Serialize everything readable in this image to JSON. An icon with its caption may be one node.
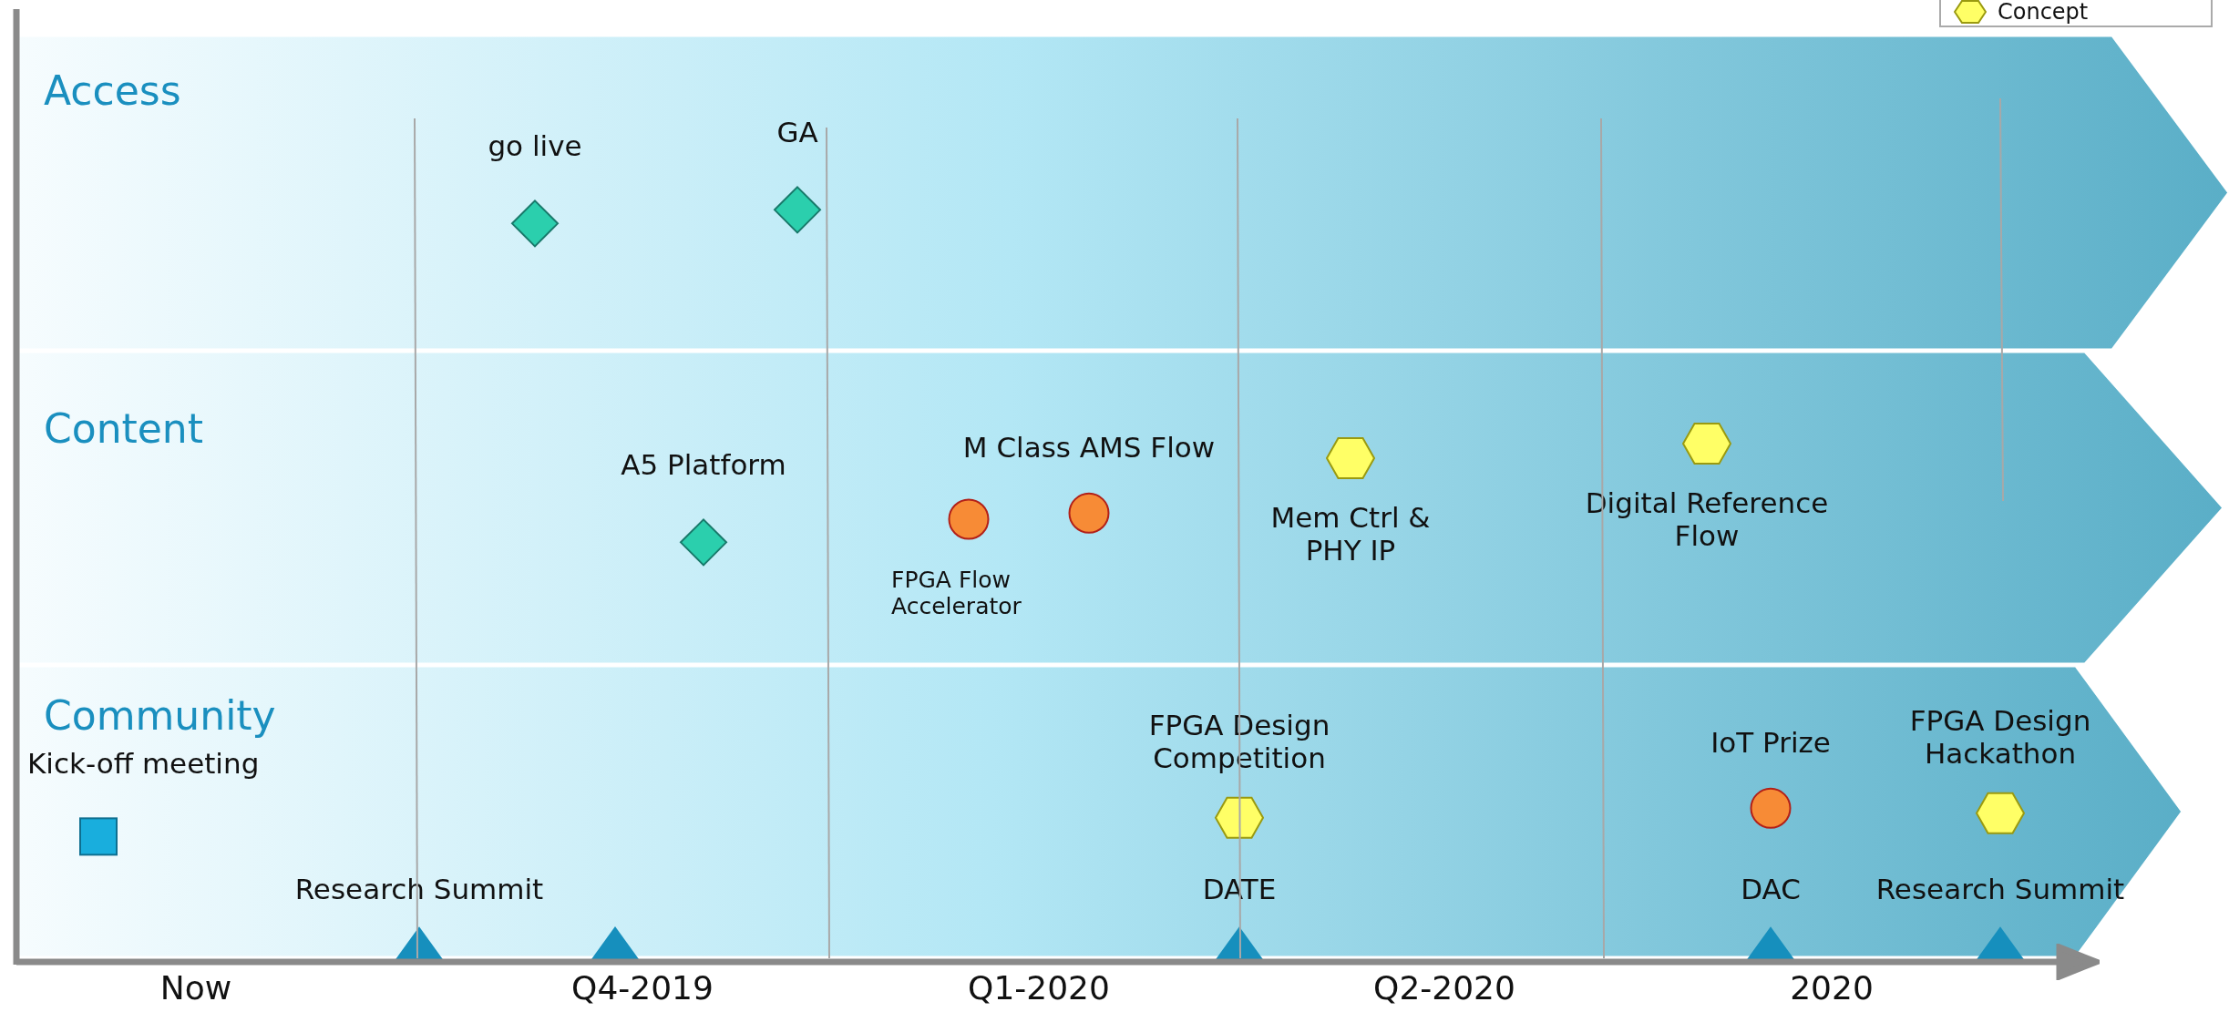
{
  "diagram": {
    "nodes": [
      {
        "text": [
          "Access"
        ]
      },
      {
        "text": [
          "go live"
        ],
        "in": 0
      },
      {
        "text": [
          "GA"
        ],
        "in": 0
      },
      {
        "text": [
          "Content"
        ]
      },
      {
        "text": [
          "A5 Platform"
        ],
        "in": 3
      },
      {
        "text": [
          "FPGA Flow Accelerator"
        ],
        "in": 3
      },
      {
        "text": [
          "M Class AMS Flow"
        ],
        "in": 3
      },
      {
        "text": [
          "Mem Ctrl & PHY IP"
        ],
        "in": 3
      },
      {
        "text": [
          "Digital Reference Flow"
        ],
        "in": 3
      },
      {
        "text": [
          "Community"
        ]
      },
      {
        "text": [
          "Kick-off meeting"
        ],
        "in": 9
      },
      {
        "text": [
          "Research Summit"
        ],
        "in": 9
      },
      {
        "text": [],
        "shape": "triangle",
        "in": 9
      },
      {
        "text": [
          "FPGA Design Competition"
        ],
        "in": 9
      },
      {
        "text": [
          "DATE"
        ],
        "in": 9
      },
      {
        "text": [
          "IoT Prize"
        ],
        "in": 9
      },
      {
        "text": [
          "DAC"
        ],
        "in": 9
      },
      {
        "text": [
          "FPGA Design Hackathon"
        ],
        "in": 9
      },
      {
        "text": [
          "Research Summit"
        ],
        "in": 9
      }
    ],
    "labels": [
      "Now",
      "Q4-2019",
      "Q1-2020",
      "Q2-2020",
      "2020"
    ],
    "legend": [
      {
        "text": "Concept"
      }
    ]
  }
}
